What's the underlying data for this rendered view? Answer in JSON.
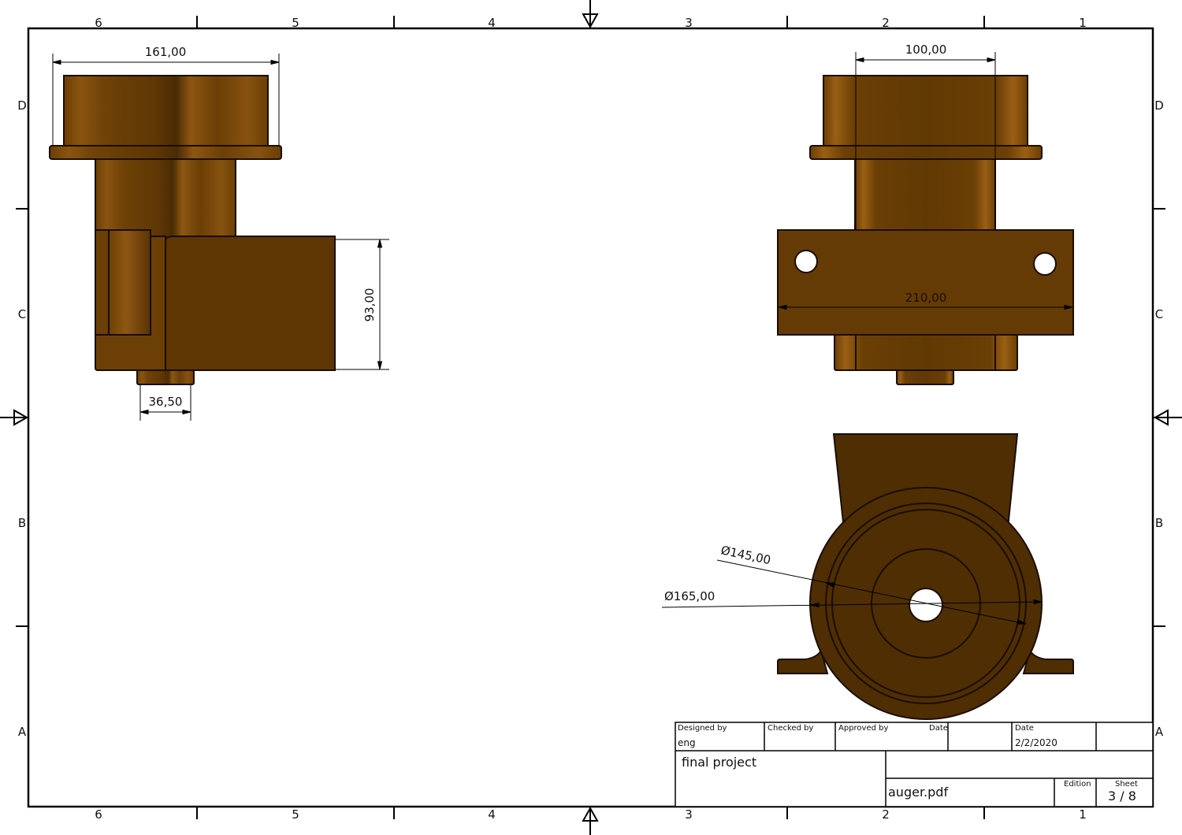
{
  "drawing": {
    "zones_columns": [
      "6",
      "5",
      "4",
      "3",
      "2",
      "1"
    ],
    "zones_rows": [
      "D",
      "C",
      "B",
      "A"
    ],
    "colors": {
      "body_main": "#6b3f05",
      "body_light": "#8a5410",
      "body_dark": "#4a2c04",
      "front_view": "#4f2e03",
      "outline": "#1a0d00",
      "border": "#000000"
    }
  },
  "views": {
    "side_view": {
      "dim_top_width": "161,00",
      "dim_box_height": "93,00",
      "dim_shaft_width": "36,50"
    },
    "top_right_view": {
      "dim_inner_width": "100,00",
      "dim_plate_width": "210,00"
    },
    "front_view": {
      "dim_inner_diameter": "Ø145,00",
      "dim_outer_diameter": "Ø165,00"
    }
  },
  "title_block": {
    "designed_by_label": "Designed by",
    "designed_by_value": "eng",
    "checked_by_label": "Checked by",
    "approved_by_label": "Approved by",
    "date_label_1": "Date",
    "date_label_2": "Date",
    "date_value": "2/2/2020",
    "title": "final project",
    "filename": "auger.pdf",
    "edition_label": "Edition",
    "sheet_label": "Sheet",
    "sheet_value": "3 / 8"
  }
}
